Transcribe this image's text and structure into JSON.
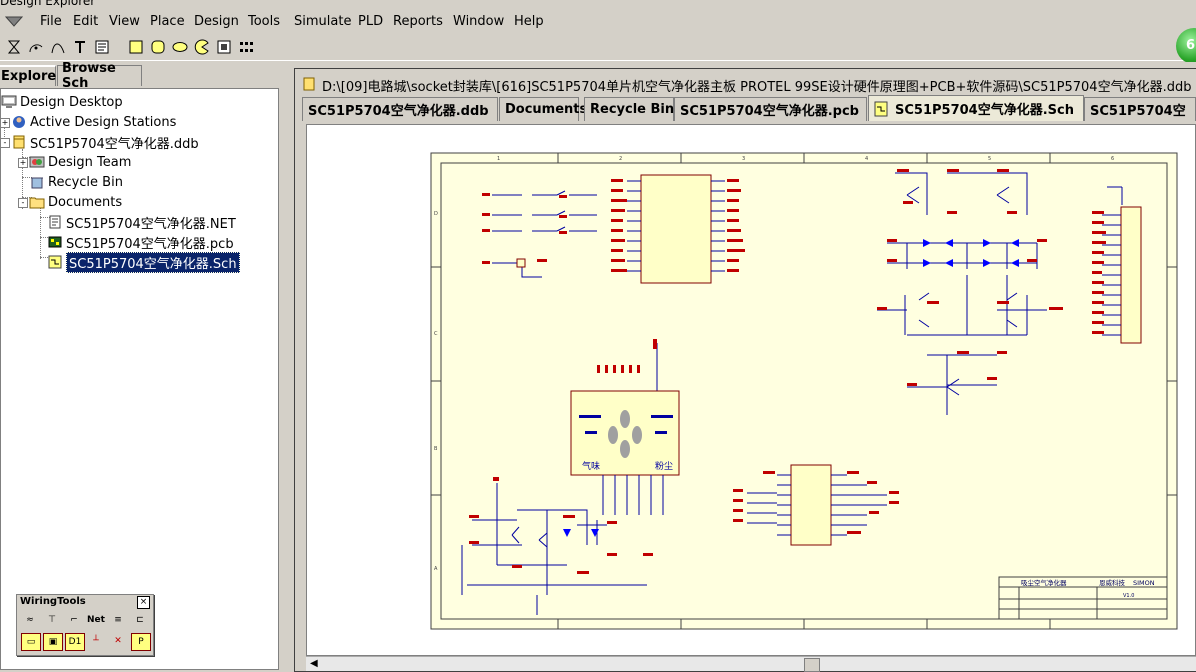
{
  "window": {
    "title": "Design Explorer"
  },
  "menu": [
    "File",
    "Edit",
    "View",
    "Place",
    "Design",
    "Tools",
    "Simulate",
    "PLD",
    "Reports",
    "Window",
    "Help"
  ],
  "globe_badge": "6",
  "panel_tabs": [
    "Explorer",
    "Browse Sch"
  ],
  "tree": {
    "root": "Design Desktop",
    "items": [
      "Active Design Stations",
      "SC51P5704空气净化器.ddb",
      "Design Team",
      "Recycle Bin",
      "Documents",
      "SC51P5704空气净化器.NET",
      "SC51P5704空气净化器.pcb",
      "SC51P5704空气净化器.Sch"
    ]
  },
  "path": "D:\\[09]电路城\\socket封装库\\[616]SC51P5704单片机空气净化器主板 PROTEL 99SE设计硬件原理图+PCB+软件源码\\SC51P5704空气净化器.ddb",
  "doc_tabs": [
    "SC51P5704空气净化器.ddb",
    "Documents",
    "Recycle Bin",
    "SC51P5704空气净化器.pcb",
    "SC51P5704空气净化器.Sch",
    "SC51P5704空"
  ],
  "wiring_tools": {
    "title": "WiringTools",
    "close": "×",
    "row1": [
      "≈",
      "⊤",
      "⌐",
      "Net",
      "≡",
      "⊏"
    ],
    "row2": [
      "▭",
      "▣",
      "D1",
      "┴",
      "✕",
      "P"
    ]
  },
  "schematic": {
    "title_block": {
      "title": "吸尘空气净化器",
      "company": "恩威科技",
      "author": "SIMON",
      "version": "V1.0"
    },
    "labels": {
      "qikuang": "气味",
      "fenchen": "粉尘"
    },
    "border_rows": [
      "D",
      "C",
      "B",
      "A"
    ],
    "border_cols": [
      "1",
      "2",
      "3",
      "4",
      "5",
      "6"
    ],
    "colors": {
      "sheet": "#ffffe0",
      "wire": "#0000a0",
      "part": "#ffffc8",
      "part_border": "#800000",
      "red": "#c00000",
      "diode": "#0000ff"
    }
  }
}
